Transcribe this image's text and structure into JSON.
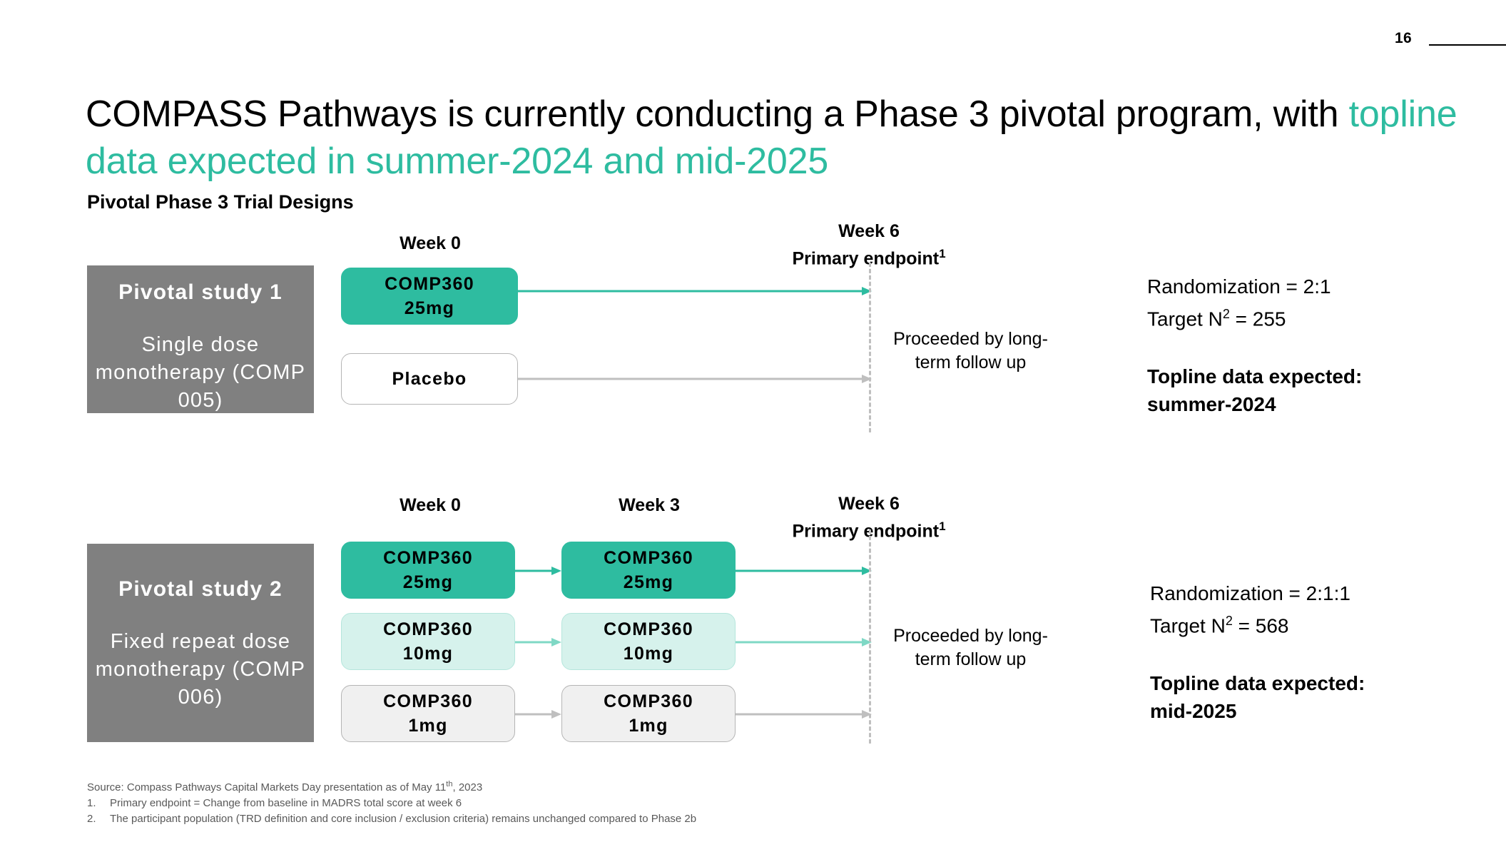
{
  "header": {
    "page_number": "16"
  },
  "title": {
    "part1": "COMPASS Pathways is currently conducting a Phase 3 pivotal program, with ",
    "part2_accent": "topline data expected in  summer-2024 and mid-2025"
  },
  "subtitle": "Pivotal Phase 3 Trial Designs",
  "studies": [
    {
      "label_name": "Pivotal study 1",
      "label_desc": "Single dose monotherapy (COMP 005)",
      "week_start": "Week 0",
      "week_end_line1": "Week 6",
      "week_end_line2": "Primary endpoint",
      "week_end_superscript": "1",
      "followup": "Proceeded by long-term follow up",
      "arms": [
        {
          "drug": "COMP360",
          "dose": "25mg",
          "style": "teal"
        },
        {
          "drug": "Placebo",
          "dose": "",
          "style": "white"
        }
      ],
      "randomization": "Randomization = 2:1",
      "target_n_prefix": "Target N",
      "target_n_superscript": "2",
      "target_n_value": " = 255",
      "topline_label": "Topline data expected:",
      "topline_value": "summer-2024"
    },
    {
      "label_name": "Pivotal study 2",
      "label_desc": "Fixed repeat dose monotherapy (COMP 006)",
      "week_start": "Week 0",
      "week_mid": "Week 3",
      "week_end_line1": "Week 6",
      "week_end_line2": "Primary endpoint",
      "week_end_superscript": "1",
      "followup": "Proceeded by long-term follow up",
      "arms": [
        {
          "drug": "COMP360",
          "dose": "25mg",
          "style": "teal"
        },
        {
          "drug": "COMP360",
          "dose": "10mg",
          "style": "mint"
        },
        {
          "drug": "COMP360",
          "dose": "1mg",
          "style": "gray"
        }
      ],
      "randomization": "Randomization = 2:1:1",
      "target_n_prefix": "Target N",
      "target_n_superscript": "2",
      "target_n_value": " = 568",
      "topline_label": "Topline data expected:",
      "topline_value": "mid-2025"
    }
  ],
  "footnotes": {
    "source_prefix": "Source: Compass Pathways Capital Markets Day presentation as of May 11",
    "source_superscript": "th",
    "source_suffix": ", 2023",
    "items": [
      {
        "num": "1.",
        "text": "Primary endpoint = Change from baseline in MADRS total score at week 6"
      },
      {
        "num": "2.",
        "text": "The participant population (TRD definition and core inclusion / exclusion criteria) remains unchanged compared to Phase 2b"
      }
    ]
  },
  "colors": {
    "accent_teal": "#2ebca0",
    "mint": "#d6f2ec",
    "gray_panel": "#808080",
    "light_gray": "#f0f0f0",
    "line_gray": "#bfbfbf"
  }
}
